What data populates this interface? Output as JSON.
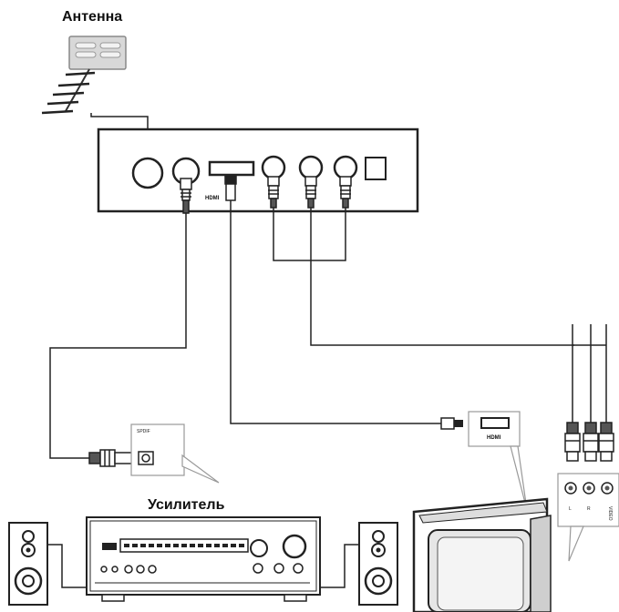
{
  "labels": {
    "antenna": "Антенна",
    "amplifier": "Усилитель",
    "stb_hdmi": "HDMI",
    "spdif": "SPDIF",
    "tv_hdmi": "HDMI",
    "av_left": "L",
    "av_right": "R",
    "av_video": "VIDEO"
  }
}
